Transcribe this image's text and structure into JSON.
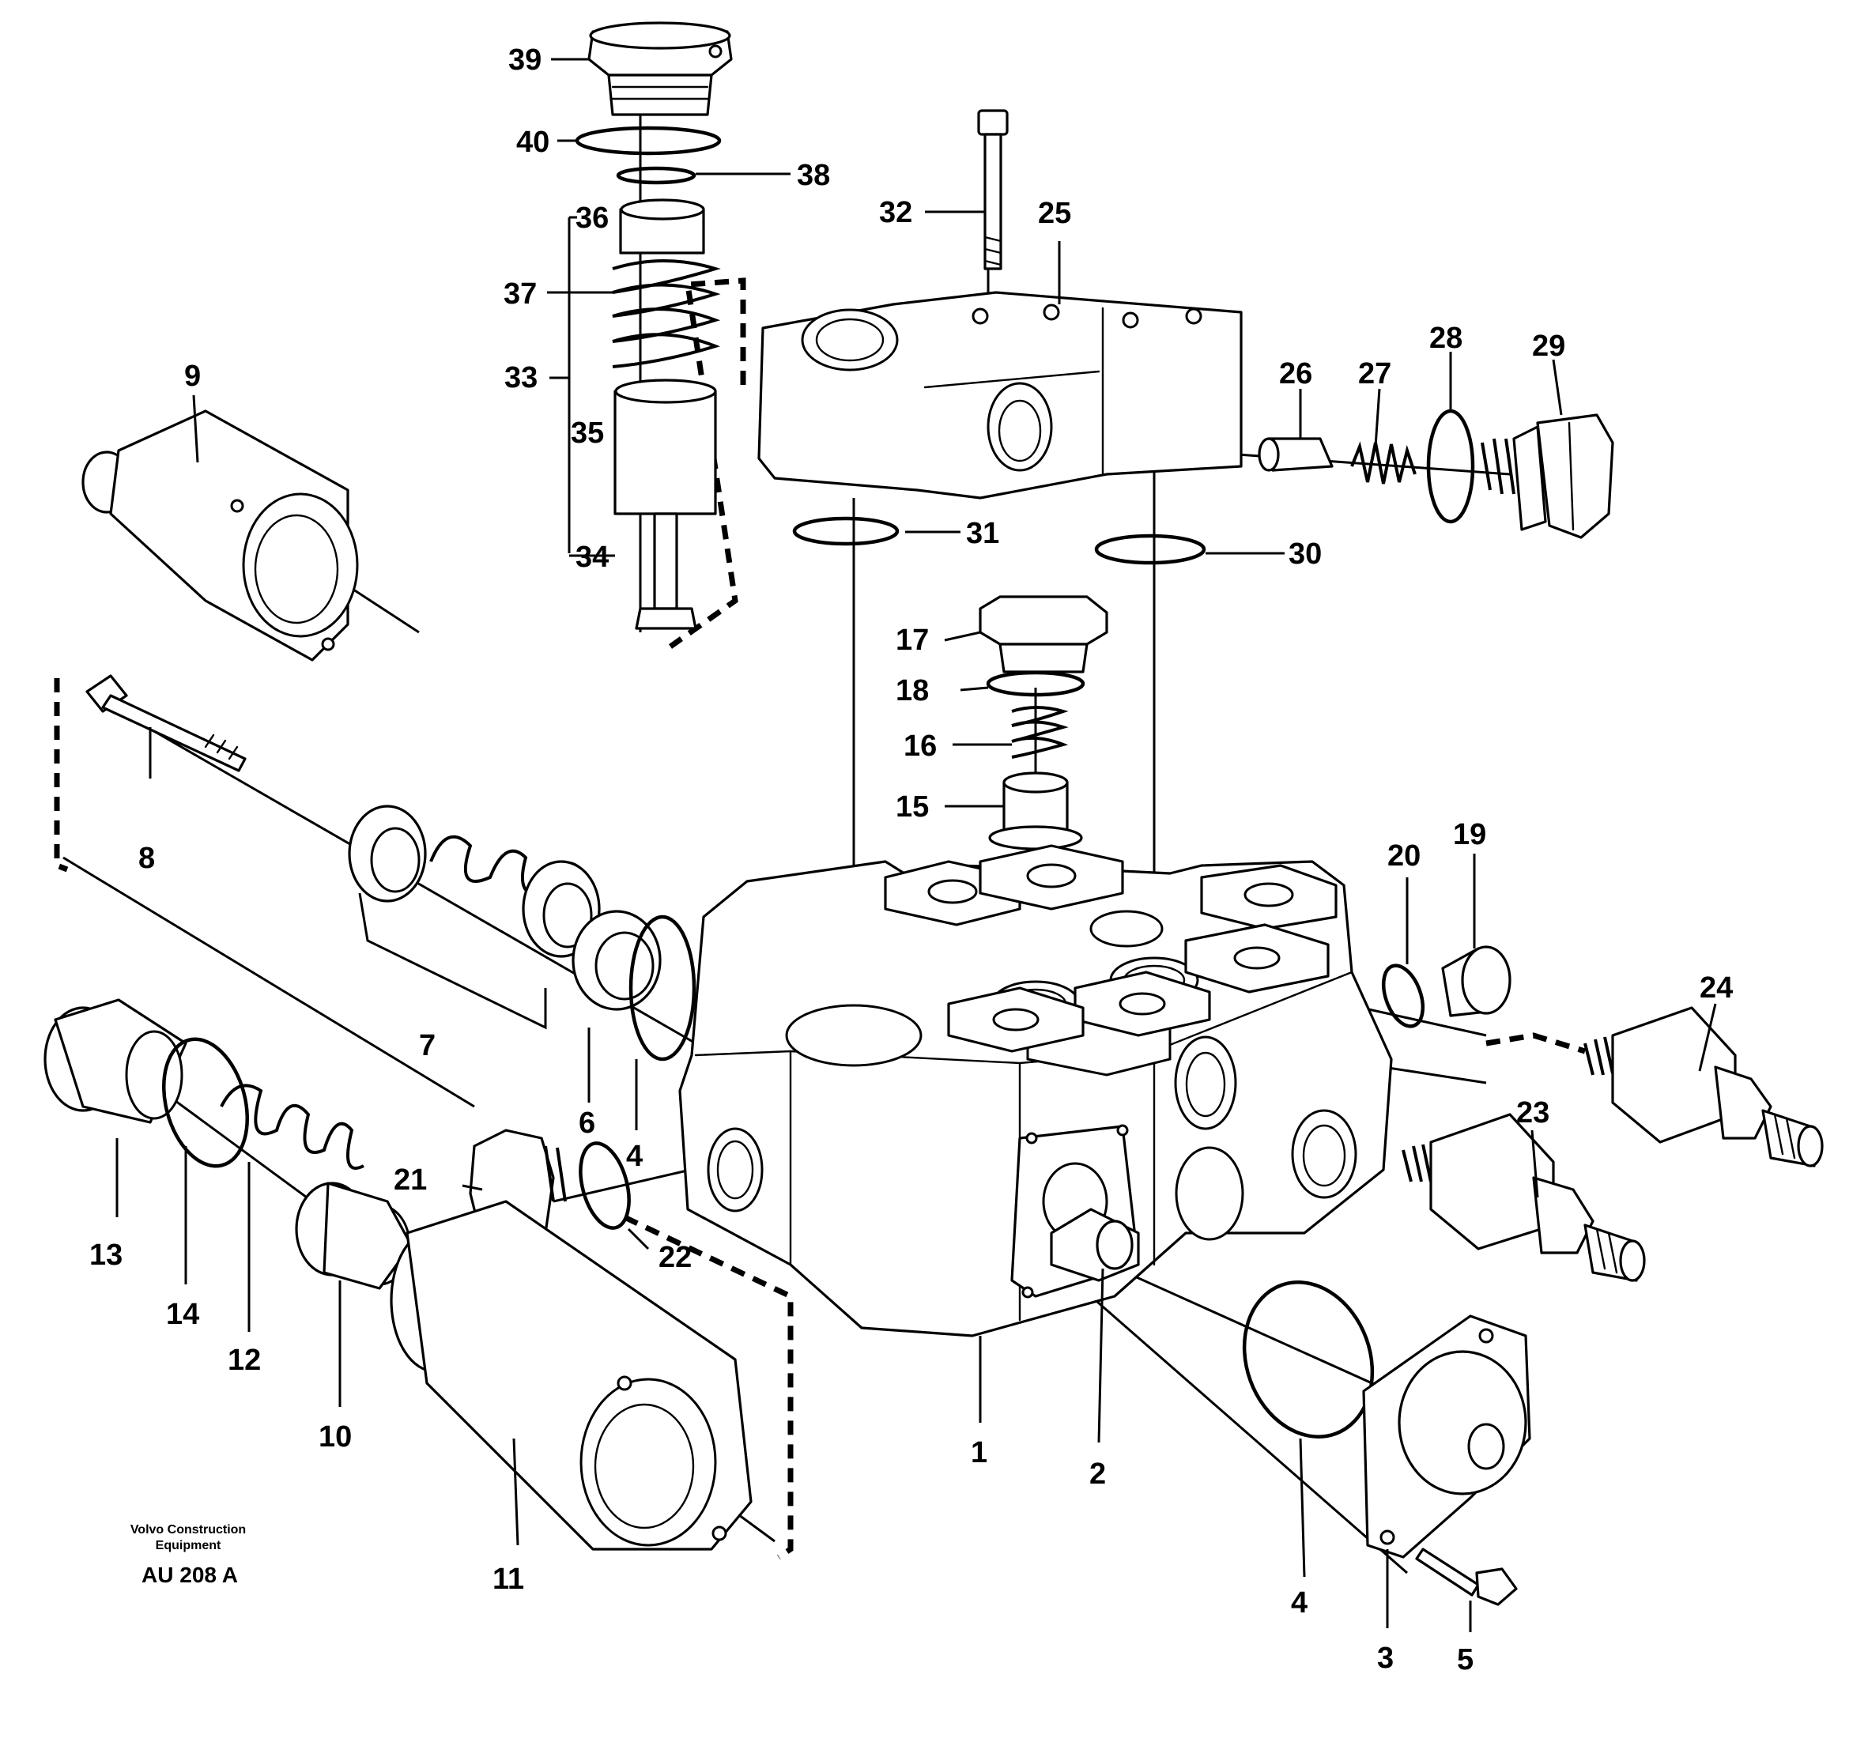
{
  "callouts": {
    "c1": "1",
    "c2": "2",
    "c3": "3",
    "c4a": "4",
    "c4b": "4",
    "c5": "5",
    "c6": "6",
    "c7": "7",
    "c8": "8",
    "c9": "9",
    "c10": "10",
    "c11": "11",
    "c12": "12",
    "c13": "13",
    "c14": "14",
    "c15": "15",
    "c16": "16",
    "c17": "17",
    "c18": "18",
    "c19": "19",
    "c20": "20",
    "c21": "21",
    "c22": "22",
    "c23": "23",
    "c24": "24",
    "c25": "25",
    "c26": "26",
    "c27": "27",
    "c28": "28",
    "c29": "29",
    "c30": "30",
    "c31": "31",
    "c32": "32",
    "c33": "33",
    "c34": "34",
    "c35": "35",
    "c36": "36",
    "c37": "37",
    "c38": "38",
    "c39": "39",
    "c40": "40"
  },
  "footer": {
    "brand_line1": "Volvo Construction",
    "brand_line2": "Equipment",
    "drawing_code": "AU 208 A"
  }
}
